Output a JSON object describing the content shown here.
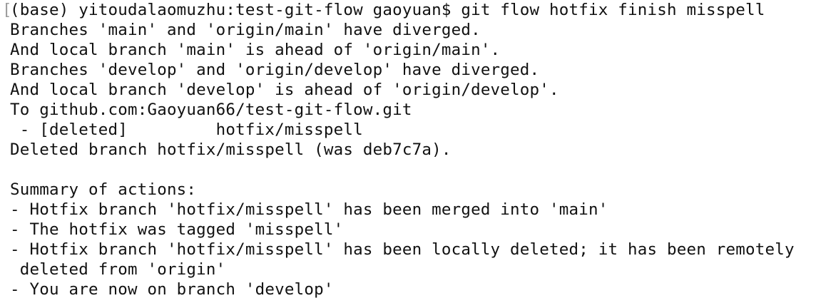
{
  "terminal": {
    "prompt": {
      "bracket": "[",
      "text": "(base) yitoudalaomuzhu:test-git-flow gaoyuan$ git flow hotfix finish misspell"
    },
    "lines": [
      "Branches 'main' and 'origin/main' have diverged.",
      "And local branch 'main' is ahead of 'origin/main'.",
      "Branches 'develop' and 'origin/develop' have diverged.",
      "And local branch 'develop' is ahead of 'origin/develop'.",
      "To github.com:Gaoyuan66/test-git-flow.git",
      " - [deleted]         hotfix/misspell",
      "Deleted branch hotfix/misspell (was deb7c7a).",
      "",
      "Summary of actions:",
      "- Hotfix branch 'hotfix/misspell' has been merged into 'main'",
      "- The hotfix was tagged 'misspell'",
      "- Hotfix branch 'hotfix/misspell' has been locally deleted; it has been remotely",
      " deleted from 'origin'",
      "- You are now on branch 'develop'"
    ]
  }
}
